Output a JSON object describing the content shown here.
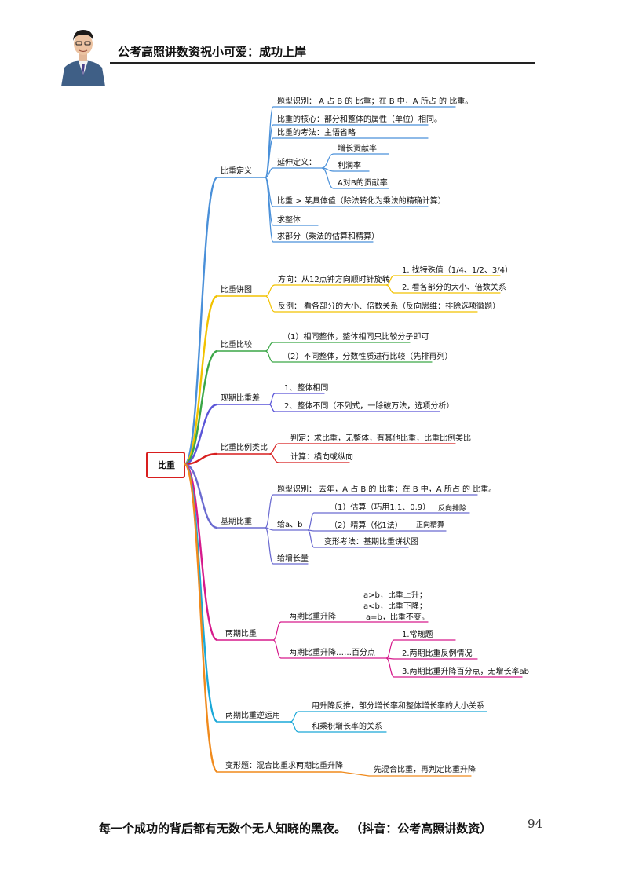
{
  "header": {
    "title": "公考高照讲数资祝小可爱：成功上岸"
  },
  "footer": {
    "text": "每一个成功的背后都有无数个无人知晓的黑夜。 （抖音：公考高照讲数资）",
    "page_number": "94"
  },
  "mindmap": {
    "root": "比重",
    "branches": [
      {
        "label": "比重定义",
        "color": "#4a90d9",
        "items": [
          "题型识别： A 占 B 的 比重；在 B 中，A 所占 的 比重。",
          "比重的核心：部分和整体的属性（单位）相同。",
          "比重的考法：主语省略",
          "延伸定义：",
          "比重 > 某具体值（除法转化为乘法的精确计算）",
          "求整体",
          "求部分（乘法的估算和精算）"
        ],
        "sub": [
          "增长贡献率",
          "利润率",
          "A对B的贡献率"
        ]
      },
      {
        "label": "比重饼图",
        "color": "#f2c200",
        "items": [
          "方向：从12点钟方向顺时针旋转",
          "反例： 看各部分的大小、倍数关系（反向思维：排除选项微题）"
        ],
        "sub": [
          "1. 找特殊值（1/4、1/2、3/4）",
          "2. 看各部分的大小、倍数关系"
        ]
      },
      {
        "label": "比重比较",
        "color": "#3aa646",
        "items": [
          "（1）相同整体，整体相同只比较分子即可",
          "（2）不同整体，分数性质进行比较（先排再列）"
        ]
      },
      {
        "label": "现期比重差",
        "color": "#5a55d8",
        "items": [
          "1、整体相同",
          "2、整体不同（不列式，一除破万法，选项分析）"
        ]
      },
      {
        "label": "比重比例类比",
        "color": "#d81e1e",
        "items": [
          "判定：求比重，无整体，有其他比重，比重比例类比",
          "计算：横向或纵向"
        ]
      },
      {
        "label": "基期比重",
        "color": "#6a6ad0",
        "items": [
          "题型识别： 去年，A 占 B 的 比重；在 B 中，A 所占 的 比重。",
          "给a、b",
          "给增长量"
        ],
        "sub": [
          "（1）估算（巧用1.1、0.9）",
          "（2）精算（化1法）",
          "变形考法：基期比重饼状图"
        ],
        "notes": [
          "反向排除",
          "正向精算"
        ]
      },
      {
        "label": "两期比重",
        "color": "#d61a8c",
        "items": [
          "两期比重升降",
          "两期比重升降……百分点"
        ],
        "rules": [
          "a>b，比重上升；",
          "a<b，比重下降；",
          "a=b，比重不变。"
        ],
        "sub": [
          "1.常规题",
          "2.两期比重反例情况",
          "3.两期比重升降百分点，无增长率ab"
        ]
      },
      {
        "label": "两期比重逆运用",
        "color": "#1aa8d8",
        "items": [
          "用升降反推，部分增长率和整体增长率的大小关系",
          "和乘积增长率的关系"
        ]
      },
      {
        "label": "变形题：混合比重求两期比重升降",
        "color": "#f08a1c",
        "items": [
          "先混合比重，再判定比重升降"
        ]
      }
    ]
  }
}
